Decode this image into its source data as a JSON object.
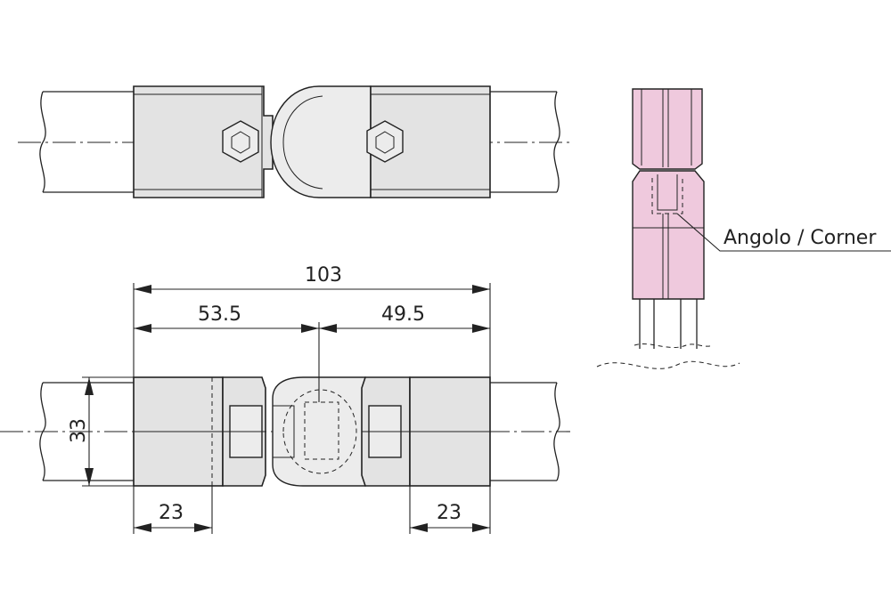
{
  "dimensions": {
    "overall_length": "103",
    "left_to_joint": "53.5",
    "joint_to_right": "49.5",
    "height": "33",
    "left_socket": "23",
    "right_socket": "23"
  },
  "callout": {
    "label": "Angolo / Corner"
  },
  "colors": {
    "part_fill": "#e3e3e3",
    "highlight_fill": "#efc9dd",
    "line": "#222222"
  }
}
